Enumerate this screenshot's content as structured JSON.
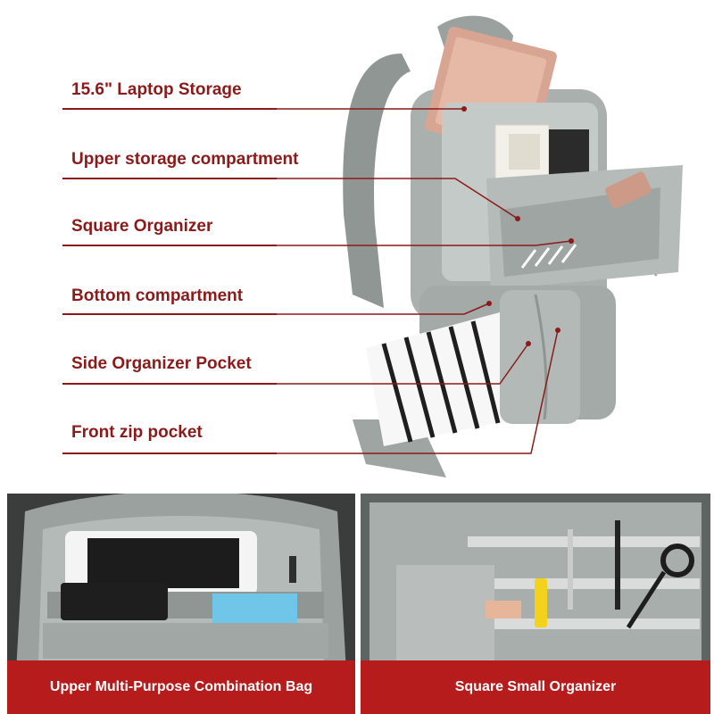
{
  "callouts": [
    {
      "label": "15.6\" Laptop Storage"
    },
    {
      "label": "Upper storage compartment"
    },
    {
      "label": "Square Organizer"
    },
    {
      "label": "Bottom compartment"
    },
    {
      "label": "Side Organizer Pocket"
    },
    {
      "label": "Front zip pocket"
    }
  ],
  "panels": {
    "left": {
      "caption": "Upper Multi-Purpose Combination Bag"
    },
    "right": {
      "caption": "Square Small Organizer"
    }
  },
  "colors": {
    "accent": "#8b1a1a",
    "banner": "#b71c1c",
    "bag": "#a9b0ad"
  }
}
